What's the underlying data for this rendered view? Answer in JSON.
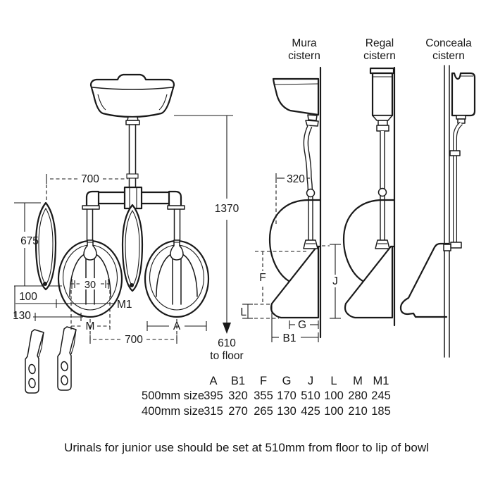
{
  "colors": {
    "ink": "#1a1a1a",
    "background": "#ffffff"
  },
  "front_view": {
    "pipe_span": "700",
    "height_to_inlet": "1370",
    "division_height": "675",
    "dim_100": "100",
    "dim_130": "130",
    "dim_30": "30",
    "dim_m1": "M1",
    "dim_m": "M",
    "dim_a": "A",
    "bowl_centres": "700",
    "dim_610": "610",
    "to_floor_label": "to floor"
  },
  "side_views": {
    "mura": {
      "title": "Mura",
      "subtitle": "cistern",
      "dim_320": "320",
      "dim_f": "F",
      "dim_l": "L",
      "dim_j": "J",
      "dim_g": "G",
      "dim_b1": "B1"
    },
    "regal": {
      "title": "Regal",
      "subtitle": "cistern"
    },
    "conceala": {
      "title": "Conceala",
      "subtitle": "cistern"
    }
  },
  "dimension_table": {
    "headers": [
      "A",
      "B1",
      "F",
      "G",
      "J",
      "L",
      "M",
      "M1"
    ],
    "rows": [
      {
        "label": "500mm size",
        "values": [
          "395",
          "320",
          "355",
          "170",
          "510",
          "100",
          "280",
          "245"
        ]
      },
      {
        "label": "400mm size",
        "values": [
          "315",
          "270",
          "265",
          "130",
          "425",
          "100",
          "210",
          "185"
        ]
      }
    ]
  },
  "footnote": "Urinals for junior use should be set at 510mm from floor to lip of bowl"
}
